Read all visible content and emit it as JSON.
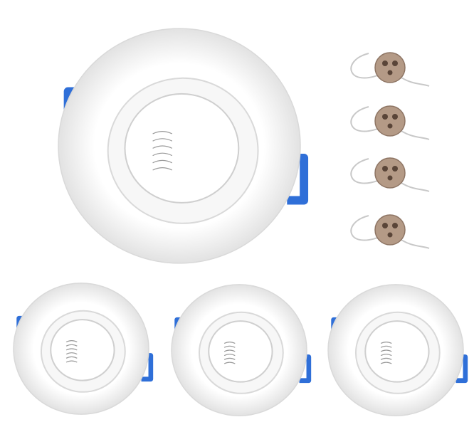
{
  "image": {
    "subject_icons": [
      "recessed-spotlight-frame",
      "gu10-socket"
    ],
    "colors": {
      "background": "#ffffff",
      "frame": "#f7f7f7",
      "frame_shadow": "#d9d9d9",
      "clip": "#2f6fd8",
      "socket": "#b49a86",
      "socket_hole": "#5a4538"
    },
    "large_frames": 1,
    "small_frames": 3,
    "sockets": 4
  }
}
